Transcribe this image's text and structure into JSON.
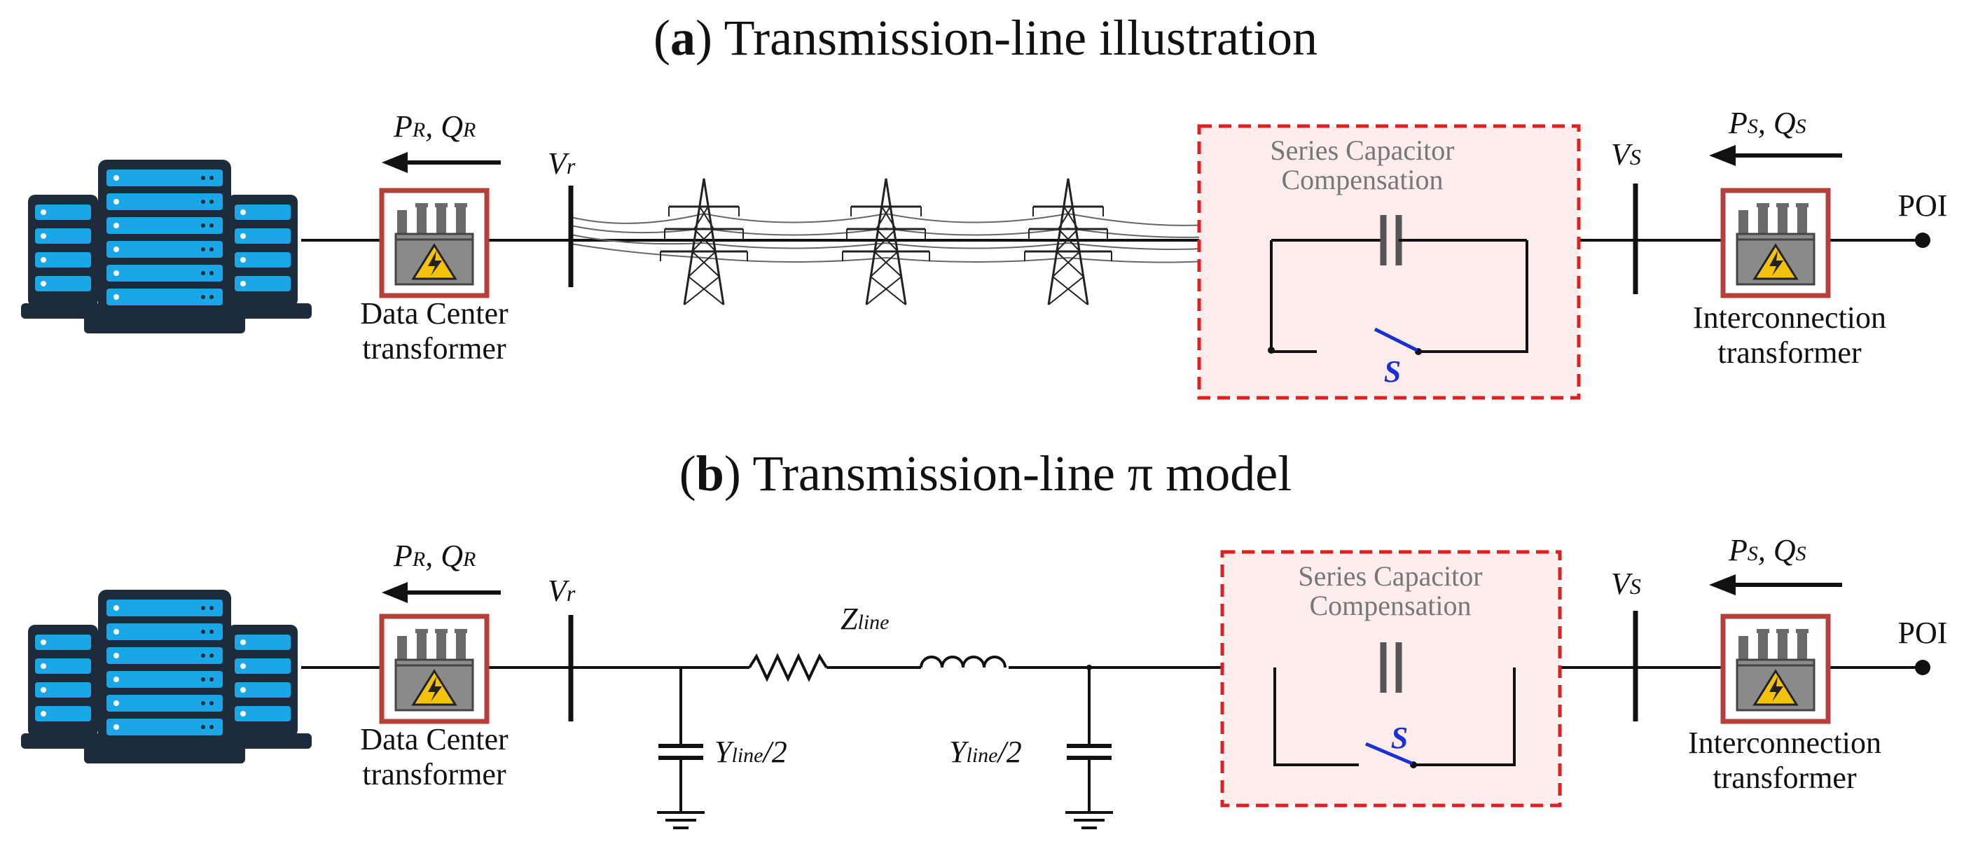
{
  "colors": {
    "server_blue": "#1aa7e8",
    "server_dark": "#1d2b3a",
    "transformer_frame": "#b5403a",
    "transformer_body": "#8a8a8a",
    "compensation_box": "#e02020",
    "compensation_fill": "#fcecec",
    "switch_blue": "#1a2fd6"
  },
  "icons": [
    "server-rack-icon",
    "transformer-icon",
    "transmission-tower-icon",
    "arrow-left-icon",
    "ground-icon"
  ],
  "panel_a": {
    "title_letter": "a",
    "title_rest": "Transmission-line illustration",
    "pq_receive_p": "P",
    "pq_receive_p_sub": "R",
    "pq_receive_sep": ",",
    "pq_receive_q": "Q",
    "pq_receive_q_sub": "R",
    "bus_receive_v": "V",
    "bus_receive_sub": "r",
    "dc_transformer_line1": "Data Center",
    "dc_transformer_line2": "transformer",
    "compensation_line1": "Series Capacitor",
    "compensation_line2": "Compensation",
    "switch_label": "S",
    "bus_send_v": "V",
    "bus_send_sub": "S",
    "pq_send_p": "P",
    "pq_send_p_sub": "S",
    "pq_send_sep": ",",
    "pq_send_q": "Q",
    "pq_send_q_sub": "S",
    "poi_label": "POI",
    "ic_transformer_line1": "Interconnection",
    "ic_transformer_line2": "transformer"
  },
  "panel_b": {
    "title_letter": "b",
    "title_rest": "Transmission-line π model",
    "pq_receive_p": "P",
    "pq_receive_p_sub": "R",
    "pq_receive_sep": ",",
    "pq_receive_q": "Q",
    "pq_receive_q_sub": "R",
    "bus_receive_v": "V",
    "bus_receive_sub": "r",
    "dc_transformer_line1": "Data Center",
    "dc_transformer_line2": "transformer",
    "z_line": "Z",
    "z_line_sub": "line",
    "y_left": "Y",
    "y_left_sub": "line",
    "y_left_suffix": "/2",
    "y_right": "Y",
    "y_right_sub": "line",
    "y_right_suffix": "/2",
    "compensation_line1": "Series Capacitor",
    "compensation_line2": "Compensation",
    "switch_label": "S",
    "bus_send_v": "V",
    "bus_send_sub": "S",
    "pq_send_p": "P",
    "pq_send_p_sub": "S",
    "pq_send_sep": ",",
    "pq_send_q": "Q",
    "pq_send_q_sub": "S",
    "poi_label": "POI",
    "ic_transformer_line1": "Interconnection",
    "ic_transformer_line2": "transformer"
  }
}
